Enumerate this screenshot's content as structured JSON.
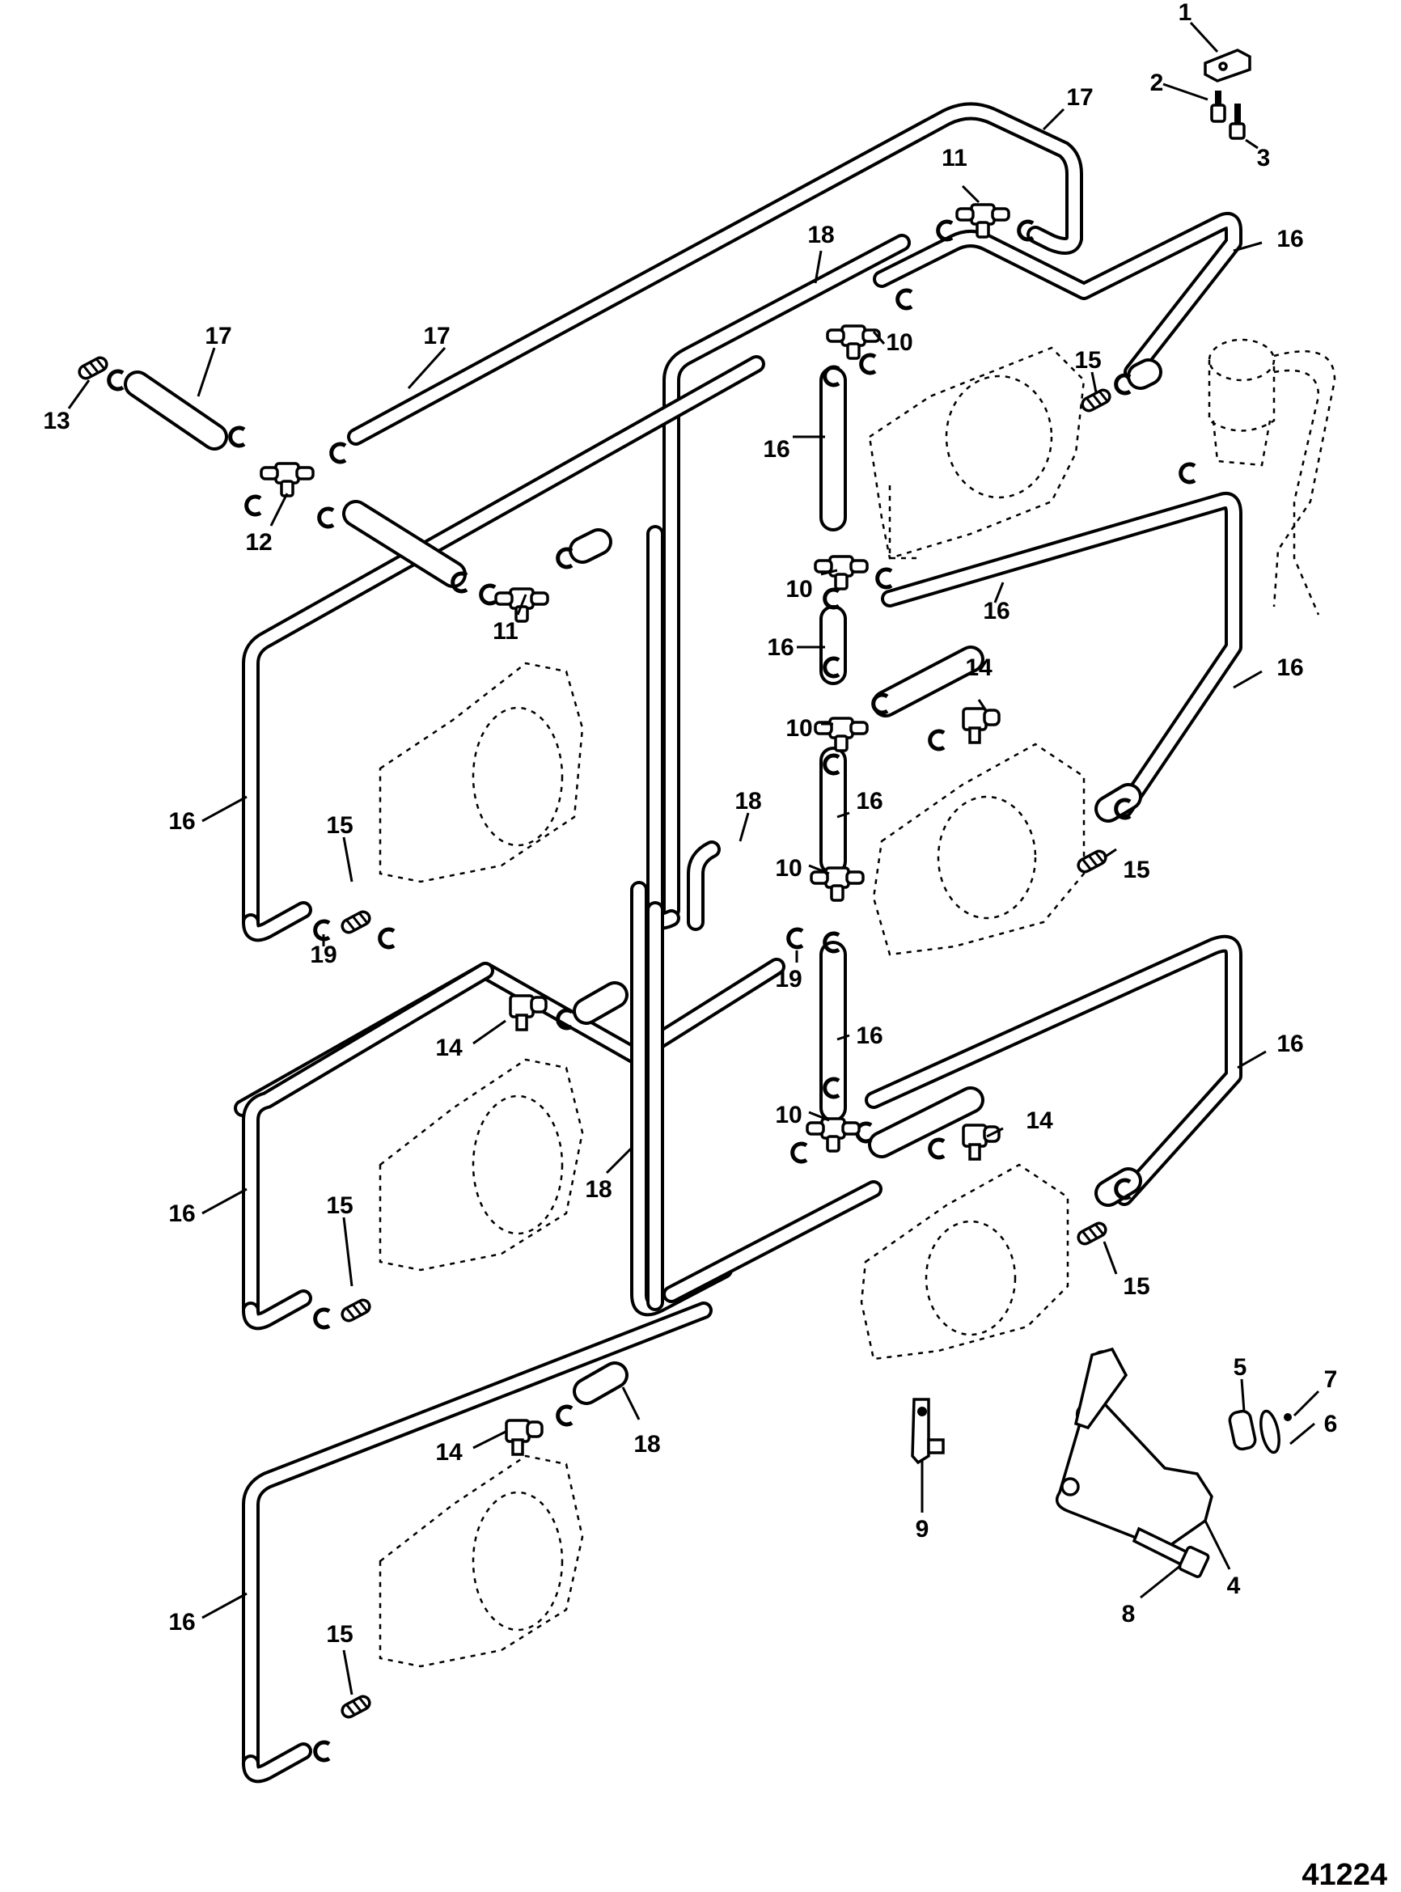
{
  "figure": {
    "number": "41224",
    "type": "exploded parts diagram",
    "subject": "fuel recirculation / primer hose assembly with carburetors"
  },
  "callouts": [
    {
      "id": "c1",
      "label": "1"
    },
    {
      "id": "c2",
      "label": "2"
    },
    {
      "id": "c3",
      "label": "3"
    },
    {
      "id": "c4",
      "label": "4"
    },
    {
      "id": "c5",
      "label": "5"
    },
    {
      "id": "c6",
      "label": "6"
    },
    {
      "id": "c7",
      "label": "7"
    },
    {
      "id": "c8",
      "label": "8"
    },
    {
      "id": "c9",
      "label": "9"
    },
    {
      "id": "c10a",
      "label": "10"
    },
    {
      "id": "c10b",
      "label": "10"
    },
    {
      "id": "c10c",
      "label": "10"
    },
    {
      "id": "c10d",
      "label": "10"
    },
    {
      "id": "c10e",
      "label": "10"
    },
    {
      "id": "c11a",
      "label": "11"
    },
    {
      "id": "c11b",
      "label": "11"
    },
    {
      "id": "c12",
      "label": "12"
    },
    {
      "id": "c13",
      "label": "13"
    },
    {
      "id": "c14a",
      "label": "14"
    },
    {
      "id": "c14b",
      "label": "14"
    },
    {
      "id": "c14c",
      "label": "14"
    },
    {
      "id": "c14d",
      "label": "14"
    },
    {
      "id": "c15a",
      "label": "15"
    },
    {
      "id": "c15b",
      "label": "15"
    },
    {
      "id": "c15c",
      "label": "15"
    },
    {
      "id": "c15d",
      "label": "15"
    },
    {
      "id": "c15e",
      "label": "15"
    },
    {
      "id": "c15f",
      "label": "15"
    },
    {
      "id": "c16a",
      "label": "16"
    },
    {
      "id": "c16b",
      "label": "16"
    },
    {
      "id": "c16c",
      "label": "16"
    },
    {
      "id": "c16d",
      "label": "16"
    },
    {
      "id": "c16e",
      "label": "16"
    },
    {
      "id": "c16f",
      "label": "16"
    },
    {
      "id": "c16g",
      "label": "16"
    },
    {
      "id": "c16h",
      "label": "16"
    },
    {
      "id": "c16i",
      "label": "16"
    },
    {
      "id": "c16j",
      "label": "16"
    },
    {
      "id": "c16k",
      "label": "16"
    },
    {
      "id": "c17a",
      "label": "17"
    },
    {
      "id": "c17b",
      "label": "17"
    },
    {
      "id": "c17c",
      "label": "17"
    },
    {
      "id": "c18a",
      "label": "18"
    },
    {
      "id": "c18b",
      "label": "18"
    },
    {
      "id": "c18c",
      "label": "18"
    },
    {
      "id": "c18d",
      "label": "18"
    },
    {
      "id": "c19a",
      "label": "19"
    },
    {
      "id": "c19b",
      "label": "19"
    }
  ]
}
